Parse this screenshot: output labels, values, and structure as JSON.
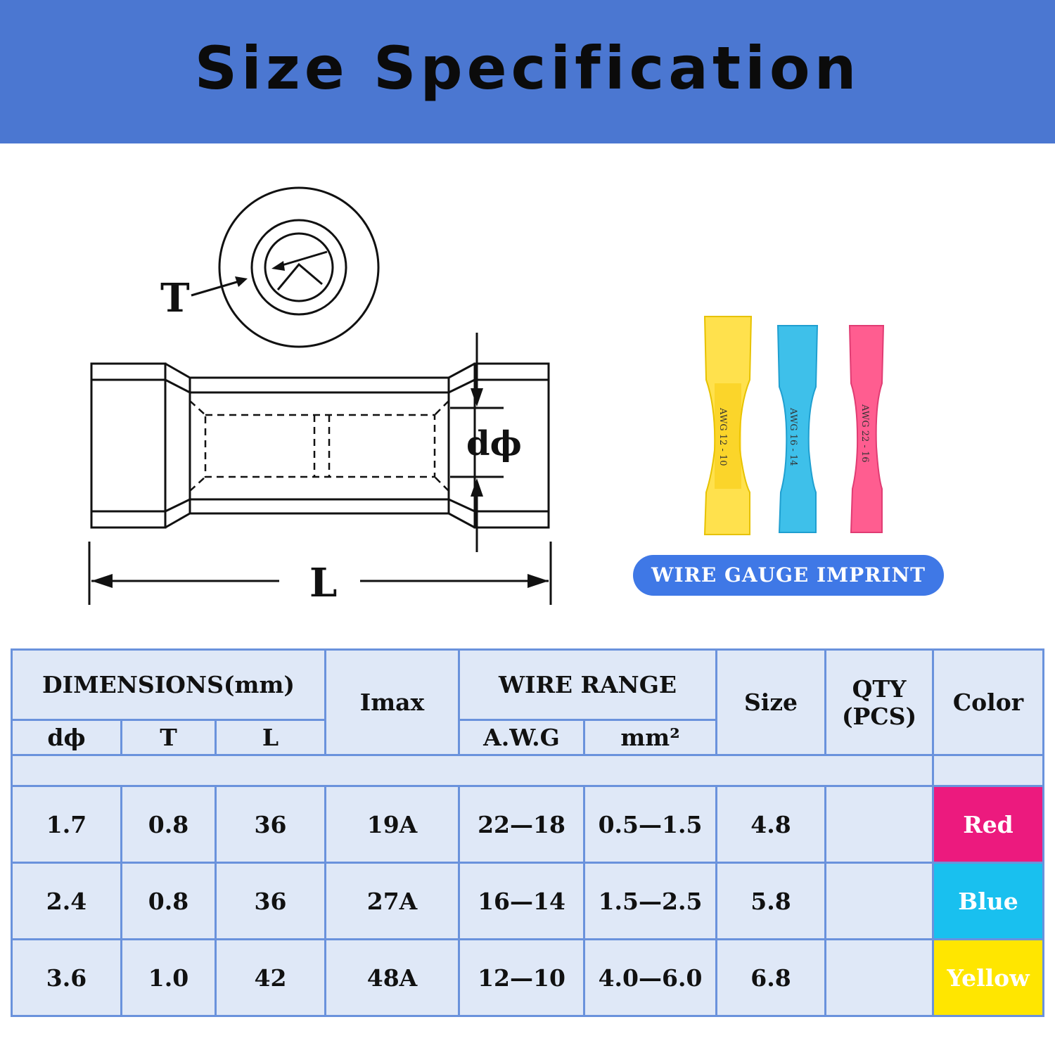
{
  "banner": {
    "title": "Size Specification"
  },
  "diagram": {
    "label_T": "T",
    "label_d": "dϕ",
    "label_L": "L"
  },
  "sleeves": [
    {
      "color": "#ffe14d",
      "text": "AWG 12 - 10"
    },
    {
      "color": "#3ec0ea",
      "text": "AWG 16 - 14"
    },
    {
      "color": "#ff5d90",
      "text": "AWG 22 - 16"
    }
  ],
  "wire_gauge_label": "WIRE GAUGE IMPRINT",
  "table": {
    "headers": {
      "dimensions": "DIMENSIONS(mm)",
      "imax": "Imax",
      "wire_range": "WIRE RANGE",
      "size": "Size",
      "qty": "QTY (PCS)",
      "color": "Color",
      "d": "dϕ",
      "t": "T",
      "l": "L",
      "awg": "A.W.G",
      "mm2": "mm²"
    },
    "rows": [
      {
        "d": "1.7",
        "t": "0.8",
        "l": "36",
        "imax": "19A",
        "awg": "22—18",
        "mm2": "0.5—1.5",
        "size": "4.8",
        "qty": "",
        "color": "Red"
      },
      {
        "d": "2.4",
        "t": "0.8",
        "l": "36",
        "imax": "27A",
        "awg": "16—14",
        "mm2": "1.5—2.5",
        "size": "5.8",
        "qty": "",
        "color": "Blue"
      },
      {
        "d": "3.6",
        "t": "1.0",
        "l": "42",
        "imax": "48A",
        "awg": "12—10",
        "mm2": "4.0—6.0",
        "size": "6.8",
        "qty": "",
        "color": "Yellow"
      }
    ]
  },
  "colors": {
    "banner": "#4b77d1",
    "red": "#ec1a7e",
    "blue": "#19c0ef",
    "yellow": "#ffe600",
    "table_bg": "#dfe8f7",
    "table_border": "#6a92dc",
    "pill": "#3f78e6"
  }
}
